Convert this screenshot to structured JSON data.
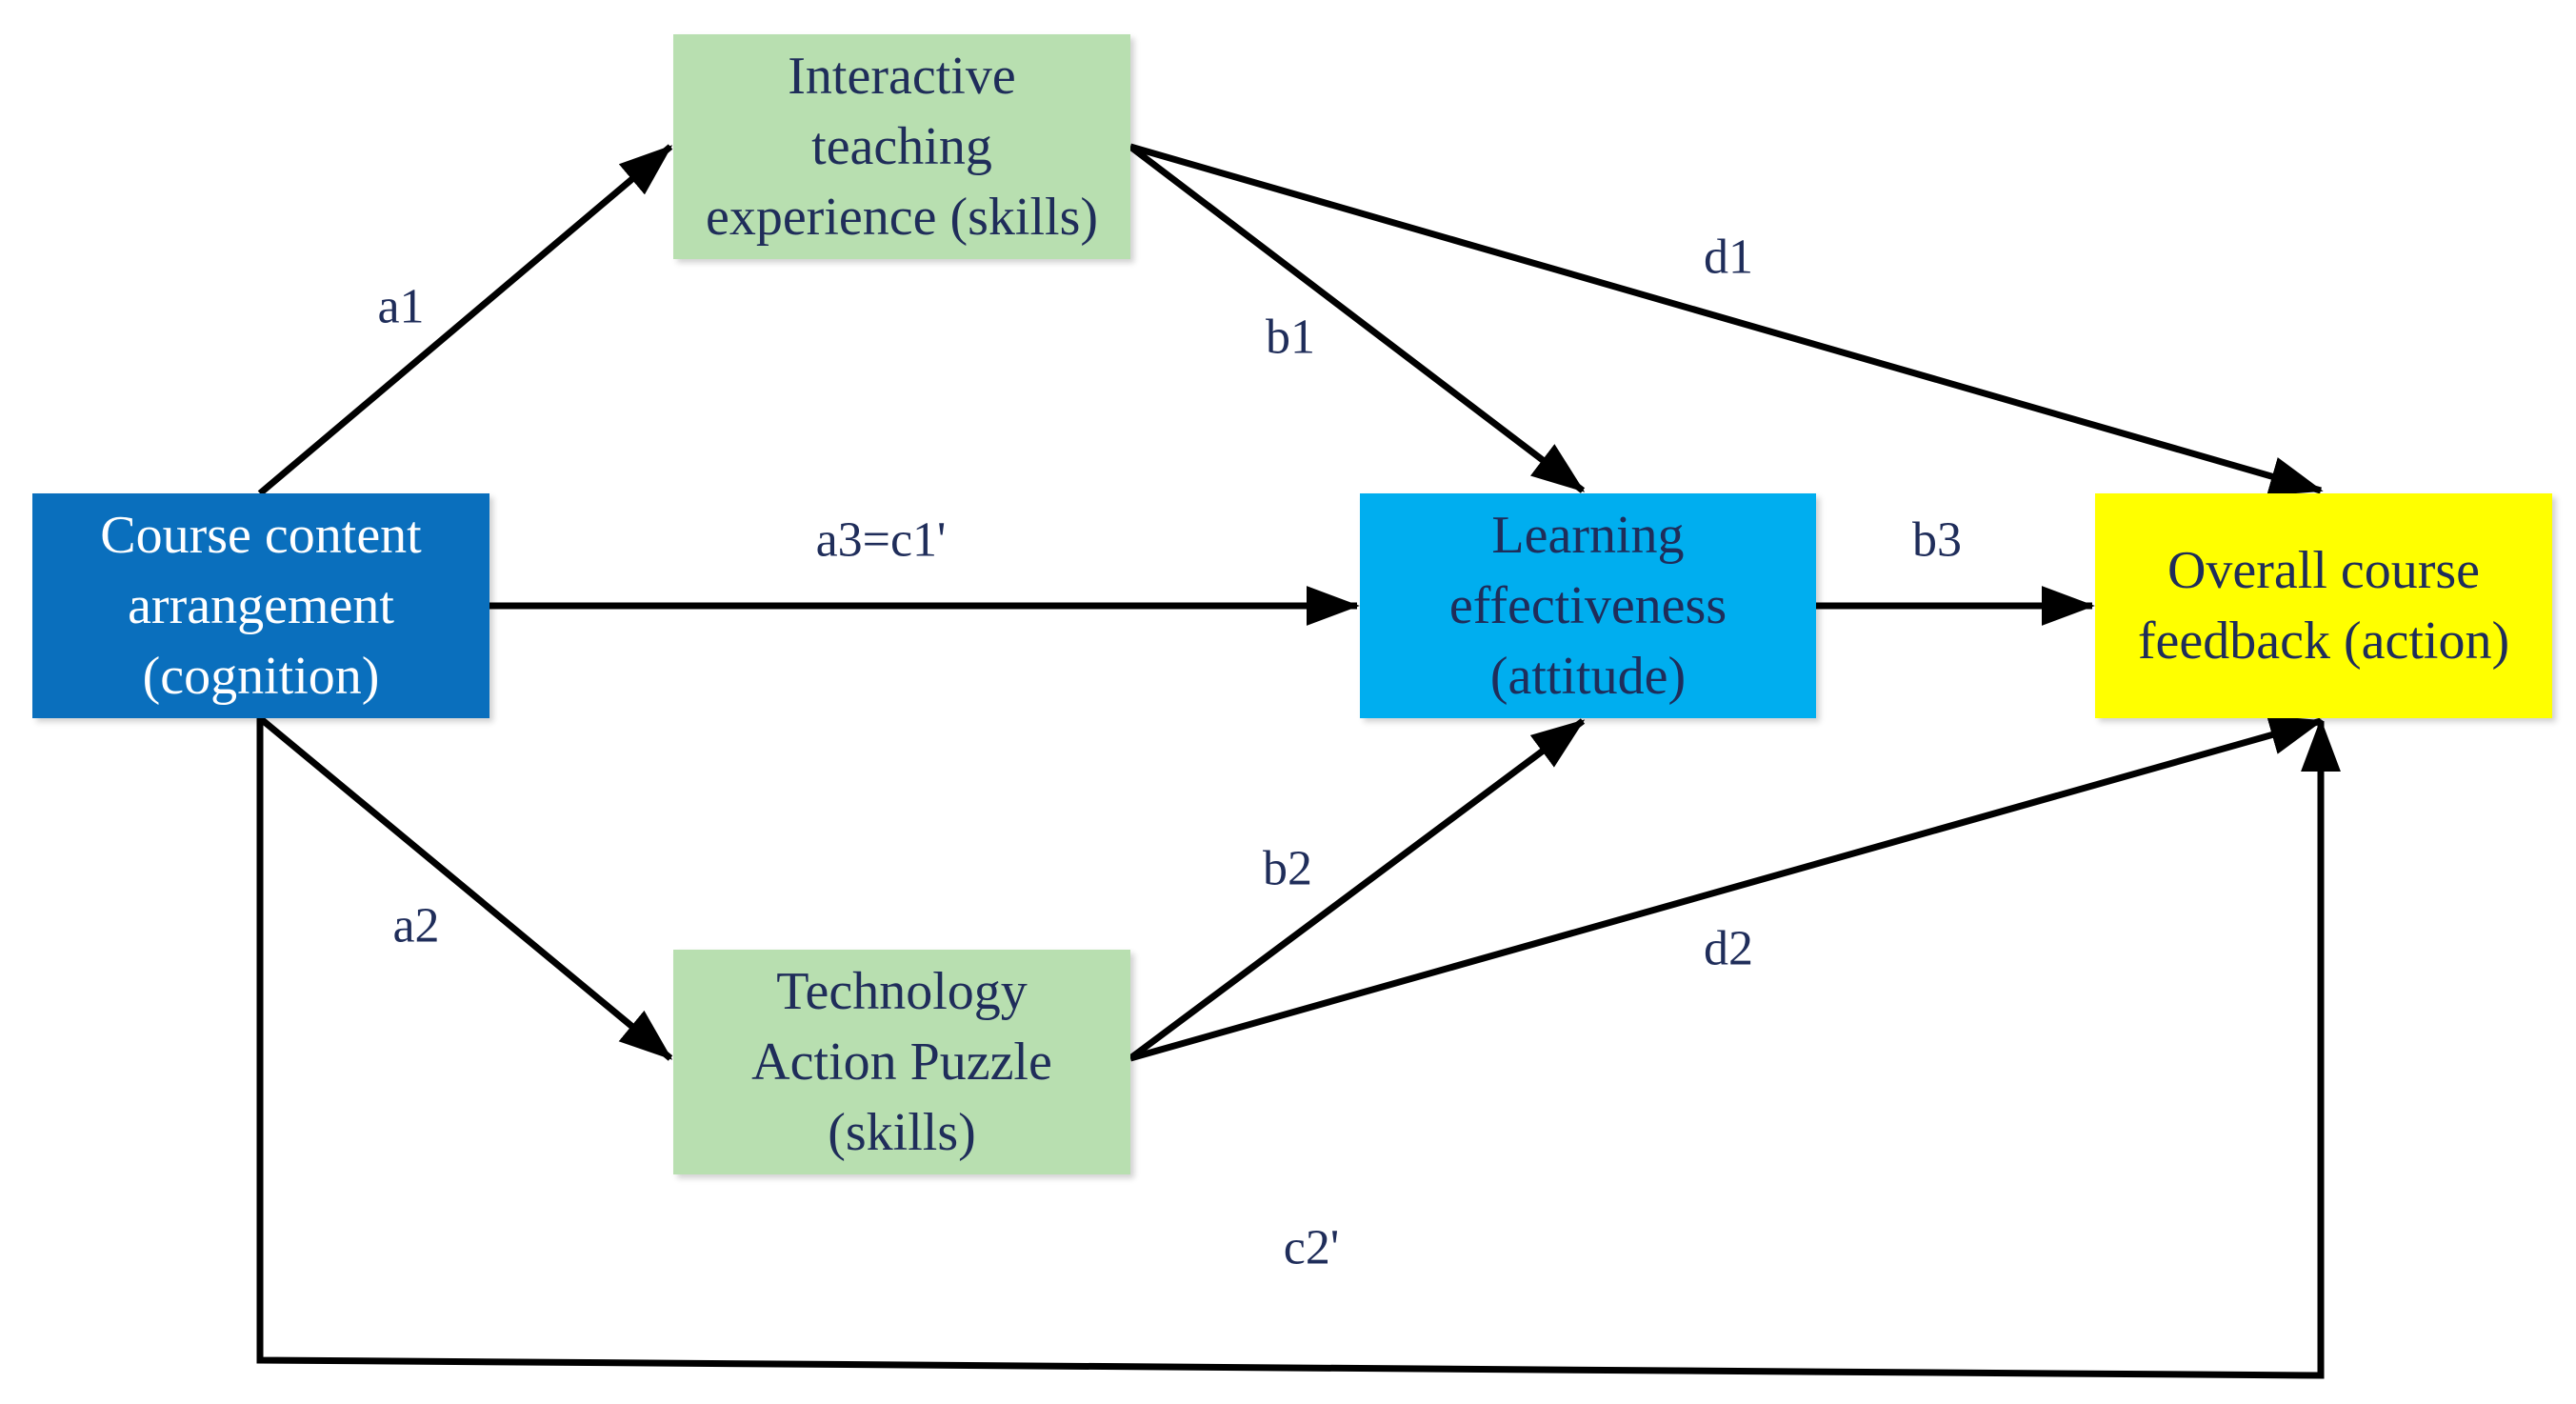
{
  "nodes": {
    "course_content": "Course content arrangement (cognition)",
    "course_content_lines": [
      "Course content",
      "arrangement",
      "(cognition)"
    ],
    "interactive_teaching": "Interactive teaching experience (skills)",
    "interactive_teaching_lines": [
      "Interactive",
      "teaching",
      "experience (skills)"
    ],
    "technology_puzzle": "Technology Action Puzzle (skills)",
    "technology_puzzle_lines": [
      "Technology",
      "Action Puzzle",
      "(skills)"
    ],
    "learning_effectiveness": "Learning effectiveness (attitude)",
    "learning_effectiveness_lines": [
      "Learning",
      "effectiveness",
      "(attitude)"
    ],
    "overall_feedback": "Overall course feedback (action)",
    "overall_feedback_lines": [
      "Overall course",
      "feedback (action)"
    ]
  },
  "paths": {
    "a1": "a1",
    "a2": "a2",
    "a3": "a3=c1'",
    "b1": "b1",
    "b2": "b2",
    "b3": "b3",
    "d1": "d1",
    "d2": "d2",
    "c2": "c2'"
  },
  "colors": {
    "course_content": "#0a6fbd",
    "interactive_teaching": "#b8dfb0",
    "technology_puzzle": "#b8dfb0",
    "learning_effectiveness": "#00aeef",
    "overall_feedback": "#ffff00",
    "arrow": "#000000",
    "label_text": "#1f2d5a"
  }
}
